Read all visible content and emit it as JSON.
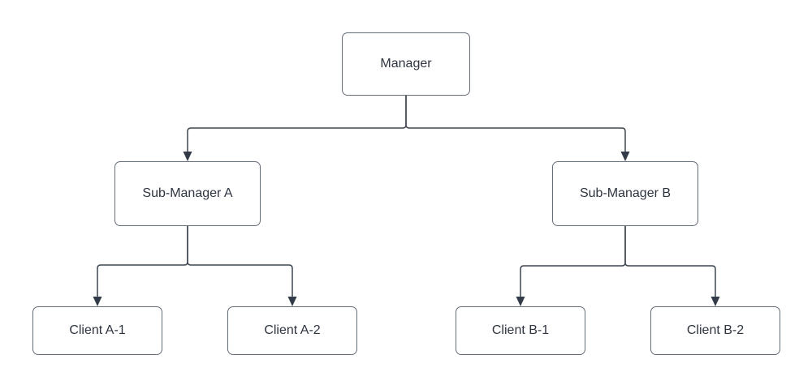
{
  "diagram": {
    "type": "org-chart",
    "connector_style": {
      "routing": "elbow",
      "arrowhead": "filled-triangle-down"
    },
    "colors": {
      "background": "#ffffff",
      "connector": "#3f4651",
      "arrow": "#333b48",
      "box_border": "#646c78",
      "box_fill": "#ffffff",
      "text": "#2e3440"
    },
    "nodes": {
      "manager": {
        "label": "Manager"
      },
      "sub_a": {
        "label": "Sub-Manager A"
      },
      "sub_b": {
        "label": "Sub-Manager B"
      },
      "client_a1": {
        "label": "Client A-1"
      },
      "client_a2": {
        "label": "Client A-2"
      },
      "client_b1": {
        "label": "Client B-1"
      },
      "client_b2": {
        "label": "Client B-2"
      }
    },
    "edges": [
      {
        "from": "Manager",
        "to": "Sub-Manager A"
      },
      {
        "from": "Manager",
        "to": "Sub-Manager B"
      },
      {
        "from": "Sub-Manager A",
        "to": "Client A-1"
      },
      {
        "from": "Sub-Manager A",
        "to": "Client A-2"
      },
      {
        "from": "Sub-Manager B",
        "to": "Client B-1"
      },
      {
        "from": "Sub-Manager B",
        "to": "Client B-2"
      }
    ]
  }
}
